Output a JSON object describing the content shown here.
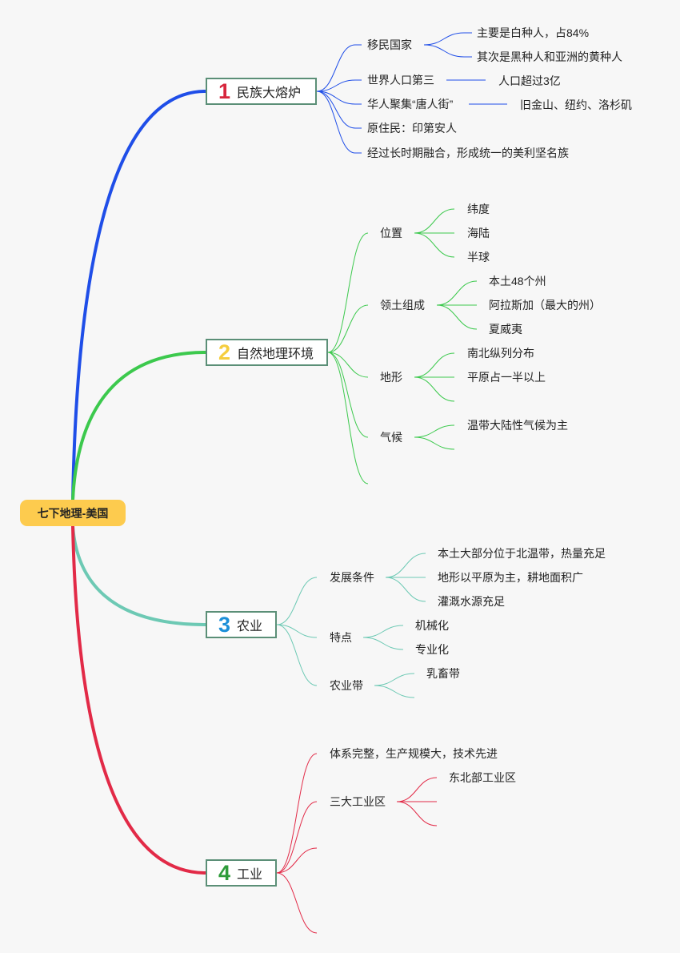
{
  "root": {
    "label": "七下地理-美国"
  },
  "branches": [
    {
      "number": "1",
      "label": "民族大熔炉",
      "color": "#1f4ee8",
      "number_color": "#d7263d",
      "children": [
        {
          "label": "移民国家",
          "children": [
            {
              "label": "主要是白种人，占84%"
            },
            {
              "label": "其次是黑种人和亚洲的黄种人"
            }
          ]
        },
        {
          "label": "世界人口第三",
          "children": [
            {
              "label": "人口超过3亿"
            }
          ]
        },
        {
          "label": "华人聚集“唐人街”",
          "children": [
            {
              "label": "旧金山、纽约、洛杉矶"
            }
          ]
        },
        {
          "label": "原住民：印第安人"
        },
        {
          "label": "经过长时期融合，形成统一的美利坚名族"
        }
      ]
    },
    {
      "number": "2",
      "label": "自然地理环境",
      "color": "#3cc94d",
      "number_color": "#f5cd3e",
      "children": [
        {
          "label": "位置",
          "children": [
            {
              "label": "纬度"
            },
            {
              "label": "海陆"
            },
            {
              "label": "半球"
            }
          ]
        },
        {
          "label": "领土组成",
          "children": [
            {
              "label": "本土48个州"
            },
            {
              "label": "阿拉斯加（最大的州）"
            },
            {
              "label": "夏威夷"
            }
          ]
        },
        {
          "label": "地形",
          "children": [
            {
              "label": "南北纵列分布"
            },
            {
              "label": "平原占一半以上"
            },
            {
              "label": ""
            }
          ]
        },
        {
          "label": "气候",
          "children": [
            {
              "label": "温带大陆性气候为主"
            },
            {
              "label": ""
            }
          ]
        },
        {
          "label": ""
        }
      ]
    },
    {
      "number": "3",
      "label": "农业",
      "color": "#6dc9b4",
      "number_color": "#1c8fd8",
      "children": [
        {
          "label": "发展条件",
          "children": [
            {
              "label": "本土大部分位于北温带，热量充足"
            },
            {
              "label": "地形以平原为主，耕地面积广"
            },
            {
              "label": "灌溉水源充足"
            }
          ]
        },
        {
          "label": "特点",
          "children": [
            {
              "label": "机械化"
            },
            {
              "label": "专业化"
            }
          ]
        },
        {
          "label": "农业带",
          "children": [
            {
              "label": "乳畜带"
            },
            {
              "label": ""
            }
          ]
        }
      ]
    },
    {
      "number": "4",
      "label": "工业",
      "color": "#e22a47",
      "number_color": "#2e9b3a",
      "children": [
        {
          "label": "体系完整，生产规模大，技术先进"
        },
        {
          "label": "三大工业区",
          "children": [
            {
              "label": "东北部工业区"
            },
            {
              "label": ""
            },
            {
              "label": ""
            }
          ]
        },
        {
          "label": ""
        },
        {
          "label": ""
        }
      ]
    }
  ]
}
